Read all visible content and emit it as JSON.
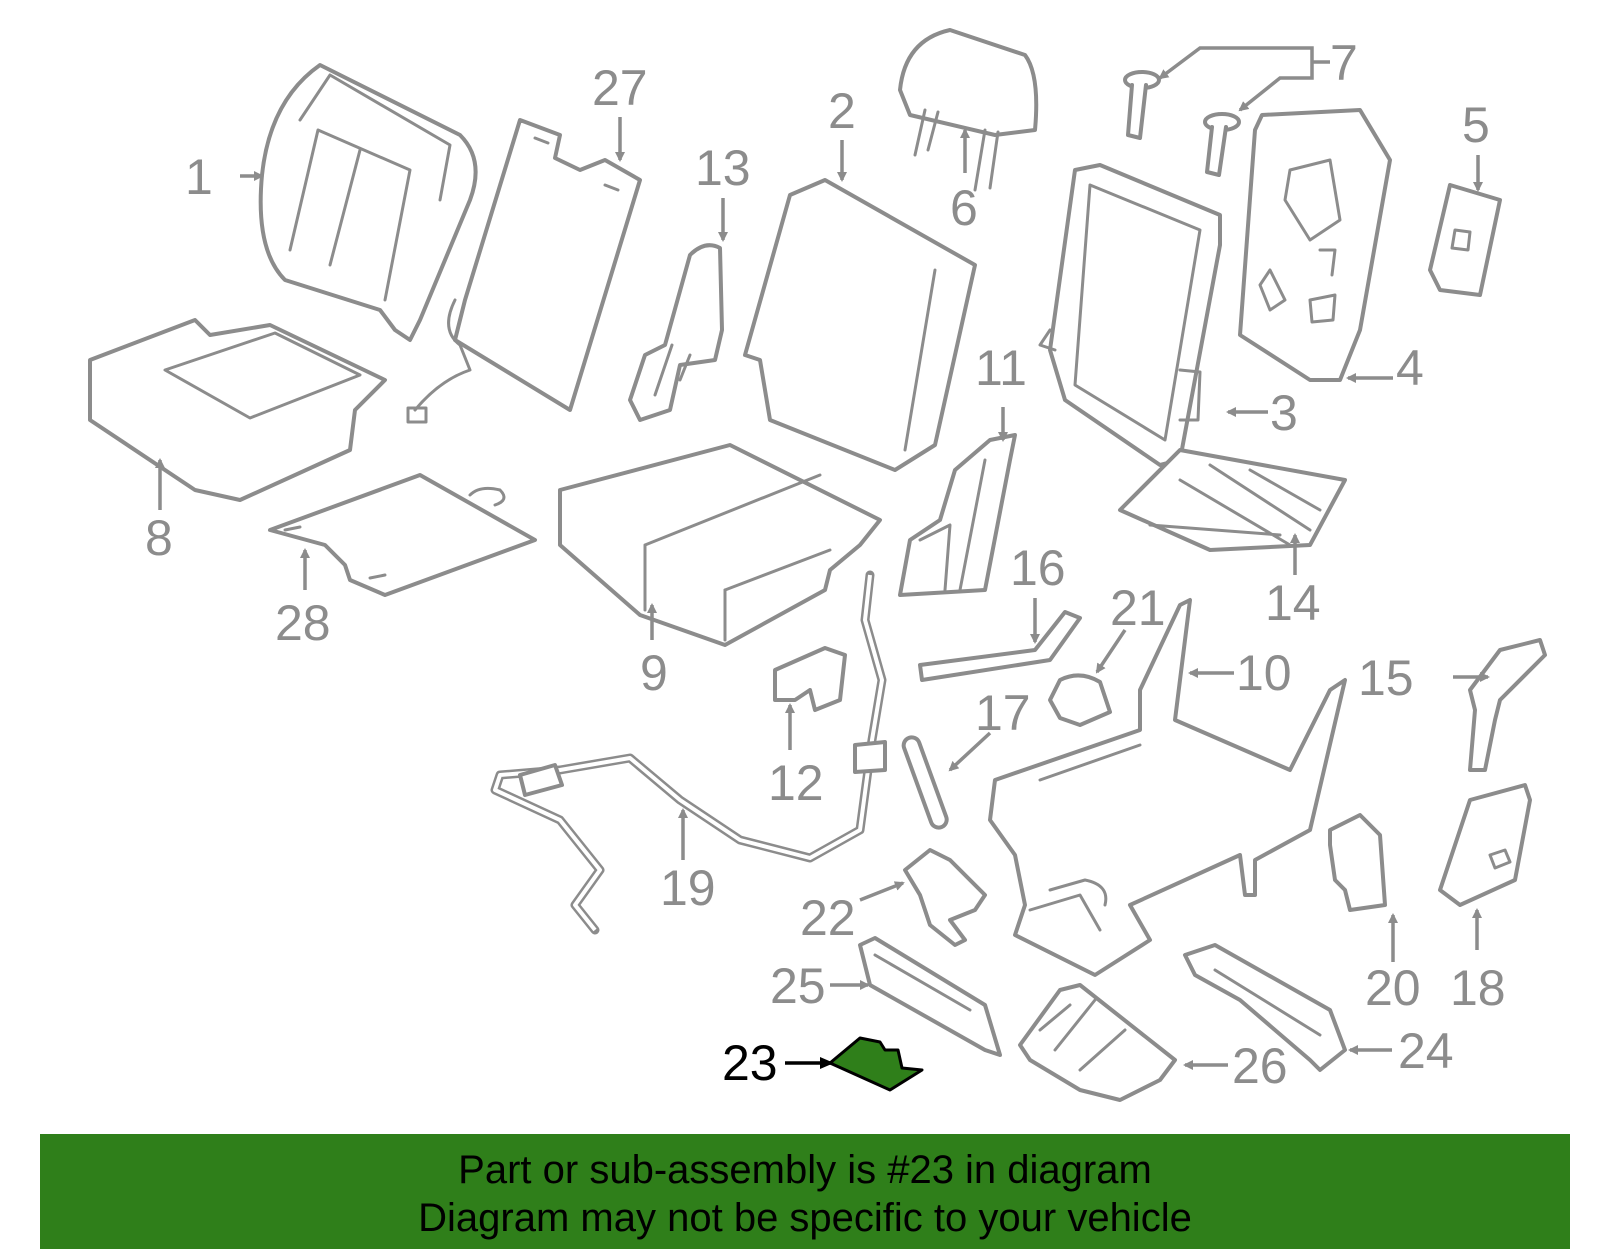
{
  "colors": {
    "part_stroke": "#8c8c8c",
    "highlight": "#2f7f1a",
    "banner_bg": "#2f7f1a",
    "text_dark": "#000000"
  },
  "labels": {
    "p1": "1",
    "p2": "2",
    "p3": "3",
    "p4": "4",
    "p5": "5",
    "p6": "6",
    "p7": "7",
    "p8": "8",
    "p9": "9",
    "p10": "10",
    "p11": "11",
    "p12": "12",
    "p13": "13",
    "p14": "14",
    "p15": "15",
    "p16": "16",
    "p17": "17",
    "p18": "18",
    "p19": "19",
    "p20": "20",
    "p21": "21",
    "p22": "22",
    "p23": "23",
    "p24": "24",
    "p25": "25",
    "p26": "26",
    "p27": "27",
    "p28": "28"
  },
  "highlighted_part": "23",
  "banner": {
    "line1": "Part or sub-assembly is #23 in diagram",
    "line2": "Diagram may not be specific to your vehicle"
  }
}
